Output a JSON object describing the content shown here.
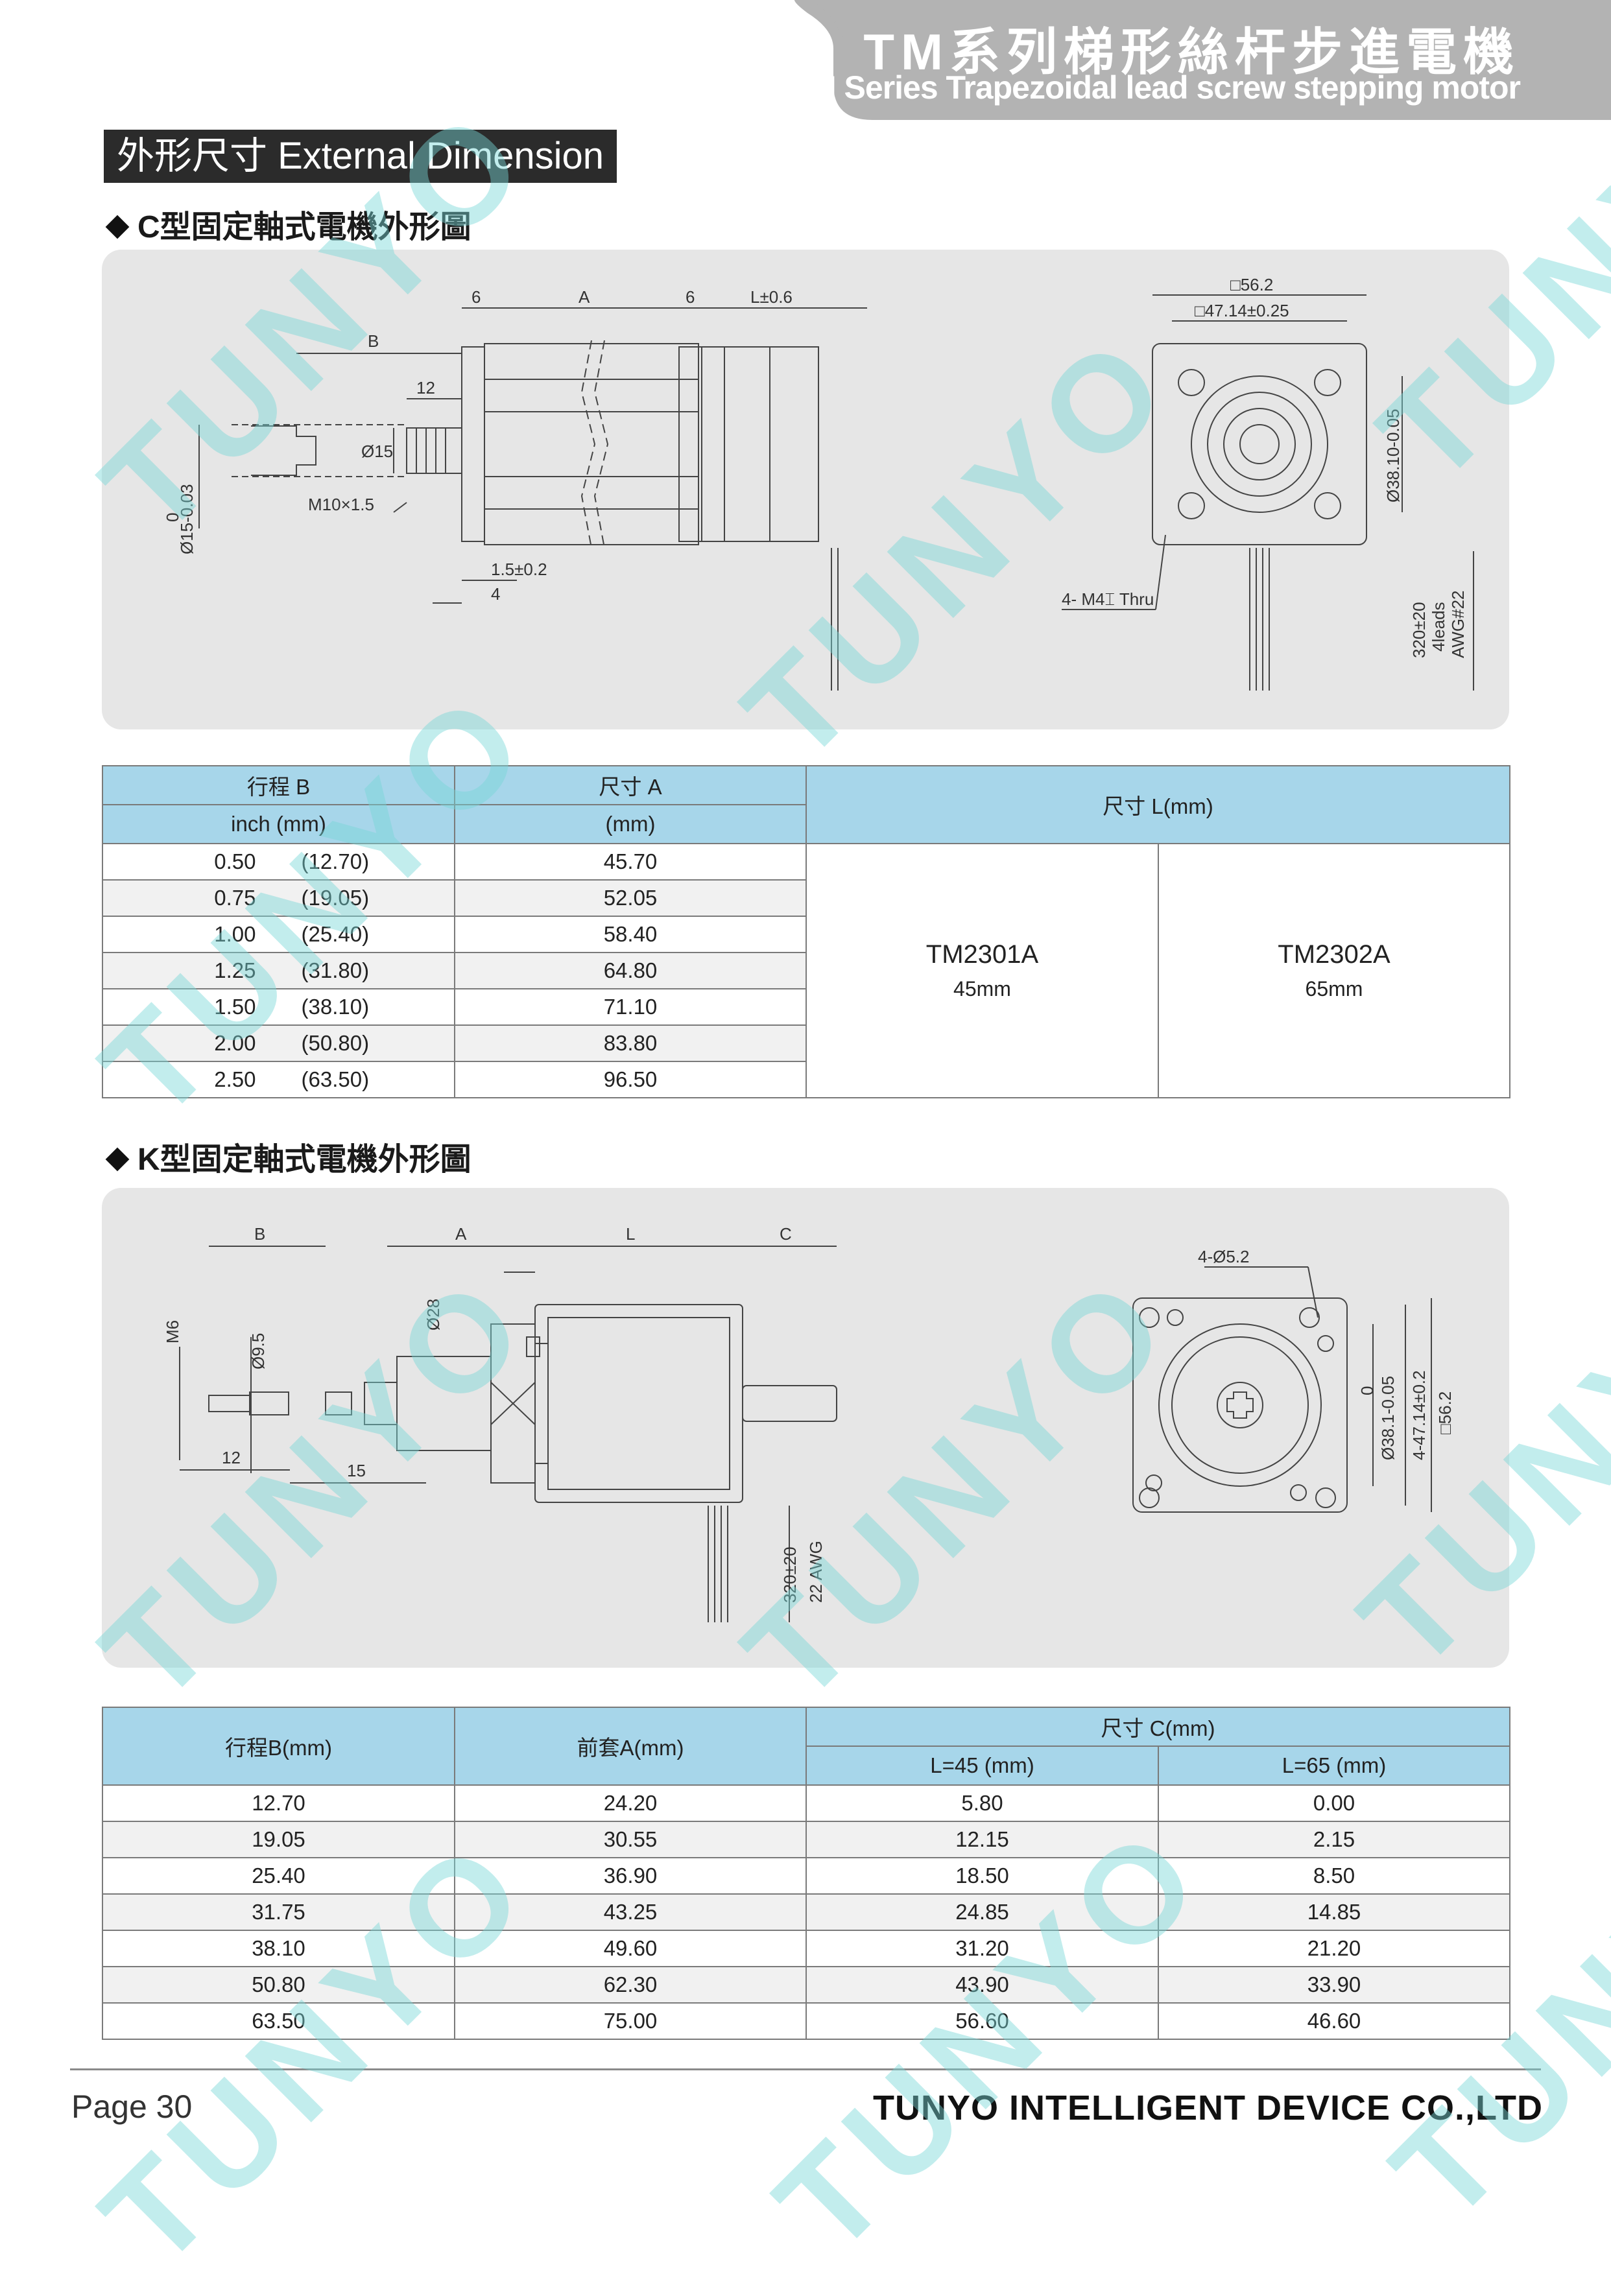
{
  "header": {
    "title_zh": "TM系列梯形絲杆步進電機",
    "title_en": "TM Series Trapezoidal lead screw stepping motor"
  },
  "section_label": "外形尺寸 External Dimension",
  "c_type": {
    "title": "C型固定軸式電機外形圖",
    "drawing_labels": {
      "d6a": "6",
      "dA": "A",
      "d6b": "6",
      "dL": "L±0.6",
      "dB": "B",
      "d12": "12",
      "dia15": "Ø15",
      "m10": "M10×1.5",
      "dia15tol": "Ø15-0.03",
      "tol0": "0",
      "d15": "1.5±0.2",
      "d4": "4",
      "sq562": "□56.2",
      "sq4714": "□47.14±0.25",
      "dia3810": "Ø38.10-0.05",
      "m4": "4- M4⌶ Thru",
      "cable": "320±20",
      "leads": "4leads",
      "awg": "AWG#22"
    },
    "table": {
      "h_stroke": "行程 B",
      "h_stroke_unit": "inch (mm)",
      "h_dimA": "尺寸 A",
      "h_dimA_unit": "(mm)",
      "h_dimL": "尺寸 L(mm)",
      "rows": [
        {
          "inch": "0.50",
          "mm": "(12.70)",
          "a": "45.70"
        },
        {
          "inch": "0.75",
          "mm": "(19.05)",
          "a": "52.05"
        },
        {
          "inch": "1.00",
          "mm": "(25.40)",
          "a": "58.40"
        },
        {
          "inch": "1.25",
          "mm": "(31.80)",
          "a": "64.80"
        },
        {
          "inch": "1.50",
          "mm": "(38.10)",
          "a": "71.10"
        },
        {
          "inch": "2.00",
          "mm": "(50.80)",
          "a": "83.80"
        },
        {
          "inch": "2.50",
          "mm": "(63.50)",
          "a": "96.50"
        }
      ],
      "model1": "TM2301A",
      "model1_len": "45mm",
      "model2": "TM2302A",
      "model2_len": "65mm"
    }
  },
  "k_type": {
    "title": "K型固定軸式電機外形圖",
    "drawing_labels": {
      "dB": "B",
      "dA": "A",
      "dL": "L",
      "dC": "C",
      "dia28": "Ø28",
      "m6": "M6",
      "dia95": "Ø9.5",
      "d12": "12",
      "d15": "15",
      "cable": "320±20",
      "awg": "22 AWG",
      "holes": "4-Ø5.2",
      "tol0": "0",
      "dia381": "Ø38.1-0.05",
      "d4714": "4-47.14±0.2",
      "sq562": "□56.2"
    },
    "table": {
      "h_stroke": "行程B(mm)",
      "h_front": "前套A(mm)",
      "h_dimC": "尺寸 C(mm)",
      "h_l45": "L=45 (mm)",
      "h_l65": "L=65 (mm)",
      "rows": [
        {
          "b": "12.70",
          "a": "24.20",
          "c45": "5.80",
          "c65": "0.00"
        },
        {
          "b": "19.05",
          "a": "30.55",
          "c45": "12.15",
          "c65": "2.15"
        },
        {
          "b": "25.40",
          "a": "36.90",
          "c45": "18.50",
          "c65": "8.50"
        },
        {
          "b": "31.75",
          "a": "43.25",
          "c45": "24.85",
          "c65": "14.85"
        },
        {
          "b": "38.10",
          "a": "49.60",
          "c45": "31.20",
          "c65": "21.20"
        },
        {
          "b": "50.80",
          "a": "62.30",
          "c45": "43.90",
          "c65": "33.90"
        },
        {
          "b": "63.50",
          "a": "75.00",
          "c45": "56.60",
          "c65": "46.60"
        }
      ]
    }
  },
  "footer": {
    "page": "Page 30",
    "company": "TUNYO INTELLIGENT DEVICE CO.,LTD"
  },
  "watermark": "TUNYO",
  "colors": {
    "table_header": "#a7d6ea",
    "panel": "#e6e6e6",
    "header_banner": "#b3b3b3",
    "watermark": "#78d7d7"
  }
}
